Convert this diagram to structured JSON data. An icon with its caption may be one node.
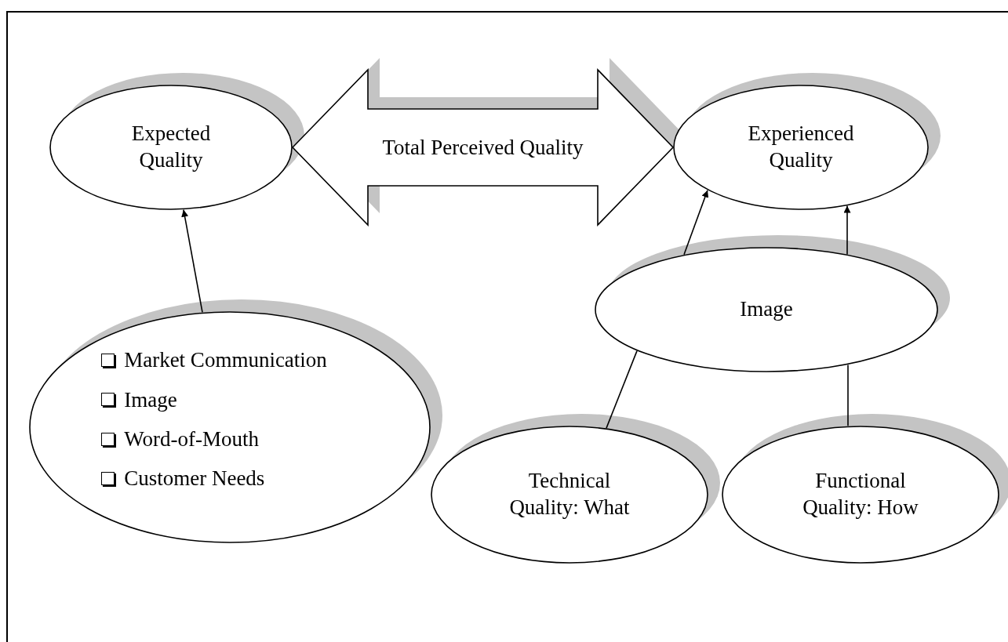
{
  "diagram": {
    "nodes": [
      {
        "text": [
          "Expected Quality"
        ]
      },
      {
        "text": [
          "Experienced Quality"
        ]
      },
      {
        "text": [
          "Market Communication",
          "Image",
          "Word-of-Mouth",
          "Customer Needs"
        ]
      },
      {
        "text": [
          "Image"
        ]
      },
      {
        "text": [
          "Technical Quality: What"
        ]
      },
      {
        "text": [
          "Functional Quality: How"
        ]
      }
    ],
    "edges": [
      {
        "from": 0,
        "to": 1,
        "arrow": "both",
        "label": "Total Perceived Quality",
        "style": "thick"
      },
      {
        "from": 2,
        "to": 0,
        "arrow": "to"
      },
      {
        "from": 3,
        "to": 1,
        "arrow": "to"
      },
      {
        "from": 3,
        "to": 1,
        "arrow": "to"
      },
      {
        "from": 4,
        "to": 3,
        "arrow": "none"
      },
      {
        "from": 5,
        "to": 3,
        "arrow": "none"
      }
    ]
  }
}
